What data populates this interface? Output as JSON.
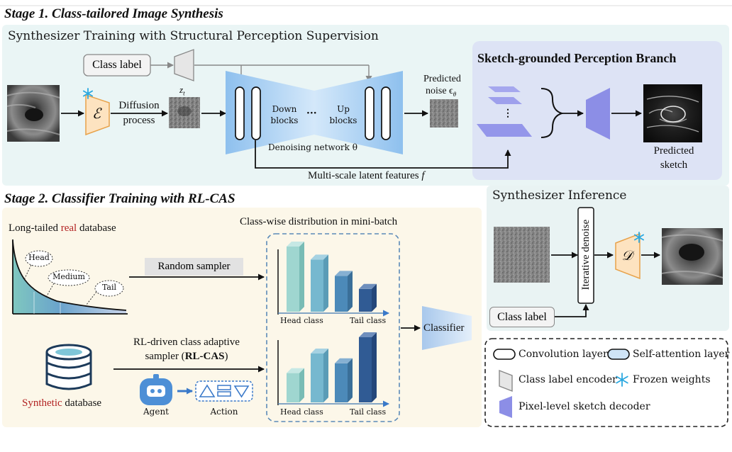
{
  "stage1": {
    "title": "Stage 1. Class-tailored Image Synthesis",
    "subtitle": "Synthesizer Training with Structural Perception Supervision",
    "class_label": "Class label",
    "encoder_symbol": "ℰ",
    "diffusion_line1": "Diffusion",
    "diffusion_line2": "process",
    "zt": "z",
    "zt_sub": "t",
    "down_line1": "Down",
    "down_line2": "blocks",
    "dots": "···",
    "up_line1": "Up",
    "up_line2": "blocks",
    "denoising_net": "Denoising network θ",
    "predicted_noise_line1": "Predicted",
    "predicted_noise_line2": "noise ϵ",
    "predicted_noise_sub": "θ",
    "multiscale": "Multi-scale latent features",
    "multiscale_f": "f",
    "branch_title": "Sketch-grounded Perception Branch",
    "predicted_sketch_line1": "Predicted",
    "predicted_sketch_line2": "sketch",
    "vdots": "⋮"
  },
  "stage2": {
    "title": "Stage 2. Classifier Training with RL-CAS",
    "longtail_prefix": "Long-tailed ",
    "longtail_real": "real",
    "longtail_suffix": " database",
    "head": "Head",
    "medium": "Medium",
    "tail": "Tail",
    "random_sampler": "Random sampler",
    "rlcas_line1": "RL-driven class adaptive",
    "rlcas_line2_prefix": "sampler (",
    "rlcas_line2_bold": "RL-CAS",
    "rlcas_line2_suffix": ")",
    "synthetic_word": "Synthetic",
    "synthetic_suffix": " database",
    "agent": "Agent",
    "action": "Action",
    "classwise_title": "Class-wise distribution in mini-batch",
    "head_class": "Head class",
    "tail_class": "Tail class",
    "classifier": "Classifier"
  },
  "inference": {
    "title": "Synthesizer Inference",
    "iterative": "Iterative denoise",
    "decoder_symbol": "𝒟",
    "class_label": "Class label"
  },
  "legend": {
    "conv": "Convolution layer",
    "attn": "Self-attention layer",
    "cle": "Class label encoder",
    "frozen": "Frozen weights",
    "pixel": "Pixel-level sketch decoder"
  },
  "chart_data": [
    {
      "type": "bar",
      "title": "",
      "categories_label_left": "Head class",
      "categories_label_right": "Tail class",
      "values": [
        10,
        8,
        5.5,
        3.5
      ]
    },
    {
      "type": "bar",
      "title": "",
      "categories_label_left": "Head class",
      "categories_label_right": "Tail class",
      "values": [
        4.5,
        7.5,
        6,
        10
      ]
    }
  ],
  "colors": {
    "stage1_bg": "#eaf5f5",
    "branch_bg": "#dde3f5",
    "stage2_bg": "#fcf7e9",
    "inference_bg": "#e9f3f3",
    "encoder_fill": "#fde3c0",
    "encoder_stroke": "#e8a24a",
    "decoder_purple": "#8c8ee6",
    "unet_blue": "#7ab4ec",
    "red_text": "#b22222",
    "snow": "#2aa8e0"
  }
}
